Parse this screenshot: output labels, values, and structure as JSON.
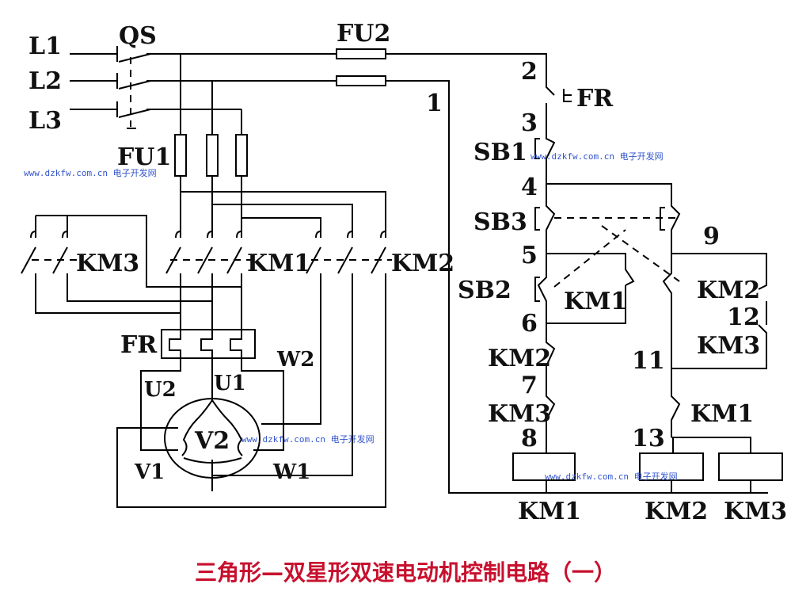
{
  "labels": {
    "l1": "L1",
    "l2": "L2",
    "l3": "L3",
    "qs": "QS",
    "fu1": "FU1",
    "fu2": "FU2",
    "km3_power": "KM3",
    "km1_power": "KM1",
    "km2_power": "KM2",
    "fr_power": "FR",
    "u1": "U1",
    "u2": "U2",
    "v1": "V1",
    "v2": "V2",
    "w1": "W1",
    "w2": "W2",
    "n1": "1",
    "n2": "2",
    "n3": "3",
    "n4": "4",
    "n5": "5",
    "n6": "6",
    "n7": "7",
    "n8": "8",
    "n9": "9",
    "n11": "11",
    "n12": "12",
    "n13": "13",
    "fr_ctrl": "FR",
    "sb1": "SB1",
    "sb2": "SB2",
    "sb3": "SB3",
    "km1_aux": "KM1",
    "km2_nc": "KM2",
    "km3_nc": "KM3",
    "km2_aux": "KM2",
    "km3_aux": "KM3",
    "km1_nc": "KM1",
    "coil_km1": "KM1",
    "coil_km2": "KM2",
    "coil_km3": "KM3"
  },
  "watermark": "www.dzkfw.com.cn 电子开发网",
  "title": "三角形—双星形双速电动机控制电路（一）",
  "colors": {
    "title": "#c8102e",
    "watermark": "#3355cc",
    "lines": "#000000"
  }
}
